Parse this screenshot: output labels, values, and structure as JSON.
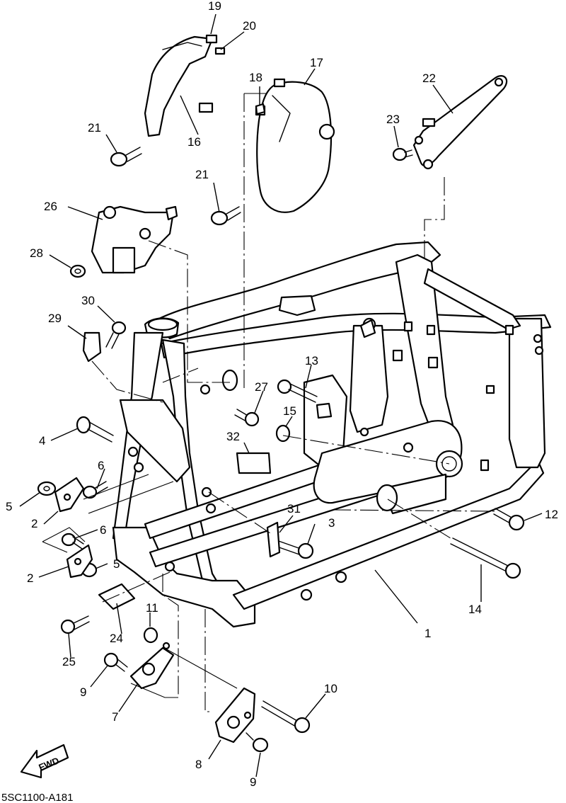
{
  "diagram": {
    "drawing_code": "5SC1100-A181",
    "fwd_label": "FWD",
    "callouts": [
      {
        "id": "c1",
        "label": "1"
      },
      {
        "id": "c2a",
        "label": "2"
      },
      {
        "id": "c2b",
        "label": "2"
      },
      {
        "id": "c3",
        "label": "3"
      },
      {
        "id": "c4",
        "label": "4"
      },
      {
        "id": "c5a",
        "label": "5"
      },
      {
        "id": "c5b",
        "label": "5"
      },
      {
        "id": "c6a",
        "label": "6"
      },
      {
        "id": "c6b",
        "label": "6"
      },
      {
        "id": "c7",
        "label": "7"
      },
      {
        "id": "c8",
        "label": "8"
      },
      {
        "id": "c9a",
        "label": "9"
      },
      {
        "id": "c9b",
        "label": "9"
      },
      {
        "id": "c10",
        "label": "10"
      },
      {
        "id": "c11",
        "label": "11"
      },
      {
        "id": "c12",
        "label": "12"
      },
      {
        "id": "c13",
        "label": "13"
      },
      {
        "id": "c14",
        "label": "14"
      },
      {
        "id": "c15",
        "label": "15"
      },
      {
        "id": "c16",
        "label": "16"
      },
      {
        "id": "c17",
        "label": "17"
      },
      {
        "id": "c18",
        "label": "18"
      },
      {
        "id": "c19",
        "label": "19"
      },
      {
        "id": "c20",
        "label": "20"
      },
      {
        "id": "c21a",
        "label": "21"
      },
      {
        "id": "c21b",
        "label": "21"
      },
      {
        "id": "c22",
        "label": "22"
      },
      {
        "id": "c23",
        "label": "23"
      },
      {
        "id": "c24",
        "label": "24"
      },
      {
        "id": "c25",
        "label": "25"
      },
      {
        "id": "c26",
        "label": "26"
      },
      {
        "id": "c27",
        "label": "27"
      },
      {
        "id": "c28",
        "label": "28"
      },
      {
        "id": "c29",
        "label": "29"
      },
      {
        "id": "c30",
        "label": "30"
      },
      {
        "id": "c31",
        "label": "31"
      },
      {
        "id": "c32",
        "label": "32"
      }
    ]
  }
}
